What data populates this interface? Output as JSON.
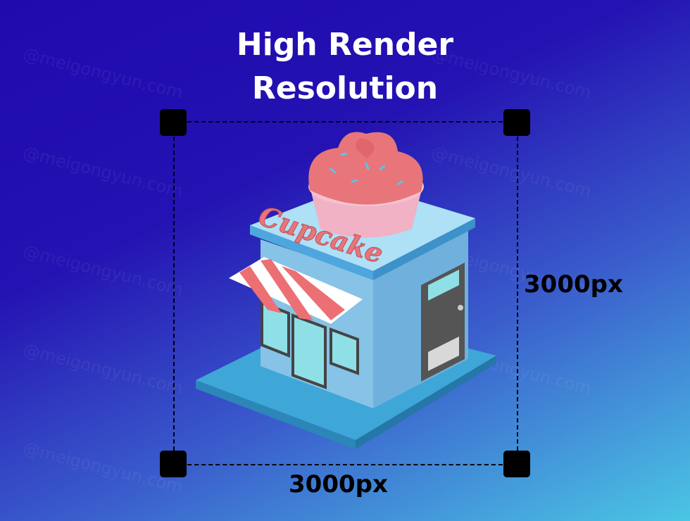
{
  "title": {
    "line1": "High Render",
    "line2": "Resolution"
  },
  "dimensions": {
    "height_label": "3000px",
    "width_label": "3000px"
  },
  "illustration": {
    "sign_text": "Cupcake"
  },
  "watermark": "@meigongyun.com",
  "colors": {
    "bg_top": "#1f0aae",
    "bg_bottom": "#4bc6e4",
    "frosting": "#e8757a",
    "building": "#8fc9ea",
    "awning_red": "#ec6f74"
  }
}
